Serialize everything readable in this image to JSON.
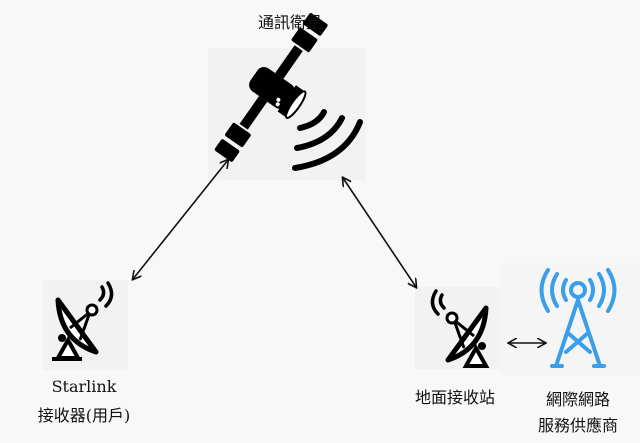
{
  "satellite": {
    "label": "通訊衛星",
    "icon": "satellite-icon"
  },
  "user_receiver": {
    "label_line1": "Starlink",
    "label_line2": "接收器(用戶)",
    "icon": "satellite-dish-icon"
  },
  "ground_station": {
    "label": "地面接收站",
    "icon": "satellite-dish-icon"
  },
  "isp": {
    "label_line1": "網際網路",
    "label_line2": "服務供應商",
    "icon": "radio-tower-icon",
    "color": "#3a9ee8"
  }
}
